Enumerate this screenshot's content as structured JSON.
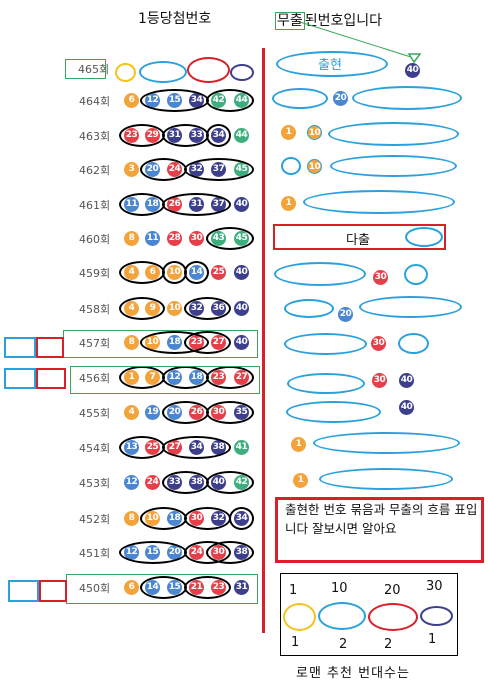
{
  "header": {
    "title": "1등당첨번호",
    "note_boxed": "무출",
    "note_rest": "된번호입니다"
  },
  "colors": {
    "yellow": "#f4a33a",
    "blue": "#4a86d1",
    "red": "#e5404a",
    "navy": "#3d3f8c",
    "green": "#3fae7f",
    "redline": "#d9202a",
    "cyan": "#2aa0dd",
    "boxgreen": "#3aa65a"
  },
  "rounds": [
    {
      "label": "465회",
      "numbers": []
    },
    {
      "label": "464회",
      "numbers": [
        6,
        12,
        15,
        34,
        42,
        44
      ]
    },
    {
      "label": "463회",
      "numbers": [
        23,
        29,
        31,
        33,
        34,
        44
      ]
    },
    {
      "label": "462회",
      "numbers": [
        3,
        20,
        24,
        32,
        37,
        45
      ]
    },
    {
      "label": "461회",
      "numbers": [
        11,
        18,
        26,
        31,
        37,
        40
      ]
    },
    {
      "label": "460회",
      "numbers": [
        8,
        11,
        28,
        30,
        43,
        45
      ]
    },
    {
      "label": "459회",
      "numbers": [
        4,
        6,
        10,
        14,
        25,
        40
      ]
    },
    {
      "label": "458회",
      "numbers": [
        4,
        9,
        10,
        32,
        36,
        40
      ]
    },
    {
      "label": "457회",
      "numbers": [
        8,
        10,
        18,
        23,
        27,
        40
      ]
    },
    {
      "label": "456회",
      "numbers": [
        1,
        7,
        12,
        18,
        23,
        27
      ]
    },
    {
      "label": "455회",
      "numbers": [
        4,
        19,
        20,
        26,
        30,
        35
      ]
    },
    {
      "label": "454회",
      "numbers": [
        13,
        25,
        27,
        34,
        38,
        41
      ]
    },
    {
      "label": "453회",
      "numbers": [
        12,
        24,
        33,
        38,
        40,
        42
      ]
    },
    {
      "label": "452회",
      "numbers": [
        8,
        10,
        18,
        30,
        32,
        34
      ]
    },
    {
      "label": "451회",
      "numbers": [
        12,
        15,
        20,
        24,
        30,
        38
      ]
    },
    {
      "label": "450회",
      "numbers": [
        6,
        14,
        15,
        21,
        23,
        31
      ]
    }
  ],
  "right_panel": {
    "chulhyeon_label": "출현",
    "top_ball": 40,
    "ball_20": 20,
    "ball_1": 1,
    "ball_10": 10,
    "ball_30": 30,
    "ball_40": 40,
    "dachul_label": "다출",
    "info_text": "출현한 번호 묶음과 무출의 흐름 표입니다 잘보시면 알아요"
  },
  "legend": {
    "top_labels": [
      "1",
      "10",
      "20",
      "30"
    ],
    "bottom_labels": [
      "1",
      "2",
      "2",
      "1"
    ],
    "caption": "로맨 추천 번대수는"
  }
}
